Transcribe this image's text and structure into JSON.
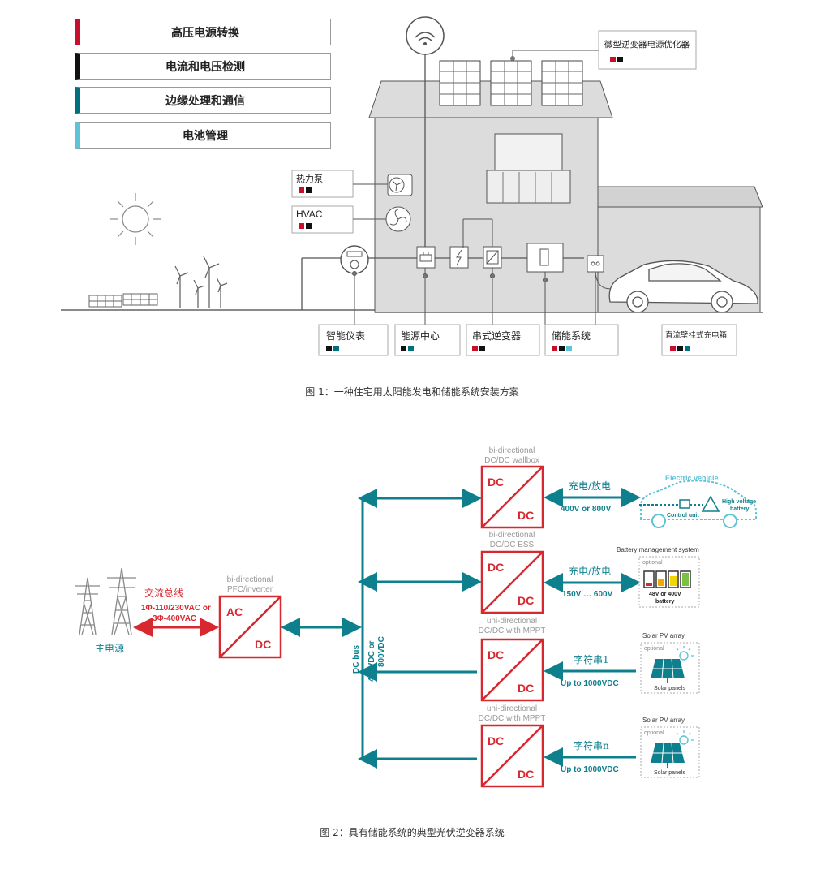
{
  "legend": [
    {
      "label": "高压电源转换",
      "color": "#c8102e"
    },
    {
      "label": "电流和电压检测",
      "color": "#111111"
    },
    {
      "label": "边缘处理和通信",
      "color": "#00707e"
    },
    {
      "label": "电池管理",
      "color": "#5cc3d8"
    }
  ],
  "figure1": {
    "caption": "图 1：一种住宅用太阳能发电和储能系统安装方案",
    "labels": {
      "micro_inverter": "微型逆变器电源优化器",
      "heat_pump": "热力泵",
      "hvac": "HVAC",
      "smart_meter": "智能仪表",
      "energy_hub": "能源中心",
      "string_inverter": "串式逆变器",
      "ess": "储能系统",
      "dc_wallbox": "直流壁挂式充电箱"
    }
  },
  "figure2": {
    "caption": "图 2：具有储能系统的典型光伏逆变器系统",
    "grid_label": "主电源",
    "ac_bus": "交流总线",
    "ac_voltage_1": "1Φ-110/230VAC or",
    "ac_voltage_2": "3Φ-400VAC",
    "pfc_title_1": "bi-directional",
    "pfc_title_2": "PFC/inverter",
    "pfc_in": "AC",
    "pfc_out": "DC",
    "dc_bus": "DC bus",
    "dc_bus_v1": "400VDC or",
    "dc_bus_v2": "800VDC",
    "conv1_t1": "bi-directional",
    "conv1_t2": "DC/DC wallbox",
    "conv2_t1": "bi-directional",
    "conv2_t2": "DC/DC ESS",
    "conv3_t1": "uni-directional",
    "conv3_t2": "DC/DC with MPPT",
    "conv4_t1": "uni-directional",
    "conv4_t2": "DC/DC with MPPT",
    "dc": "DC",
    "charge_label": "充电/放电",
    "v_ev": "400V or 800V",
    "v_ess": "150V … 600V",
    "string1": "字符串1",
    "stringn": "字符串n",
    "v_pv": "Up to 1000VDC",
    "ev_title": "Electric vehicle",
    "ev_control": "Control unit",
    "ev_hv_1": "High voltage",
    "ev_hv_2": "battery",
    "bms_title": "Battery management system",
    "optional": "optional",
    "battery_v_1": "48V or 400V",
    "battery_v_2": "battery",
    "pv_title": "Solar PV array",
    "pv_panels": "Solar panels"
  }
}
